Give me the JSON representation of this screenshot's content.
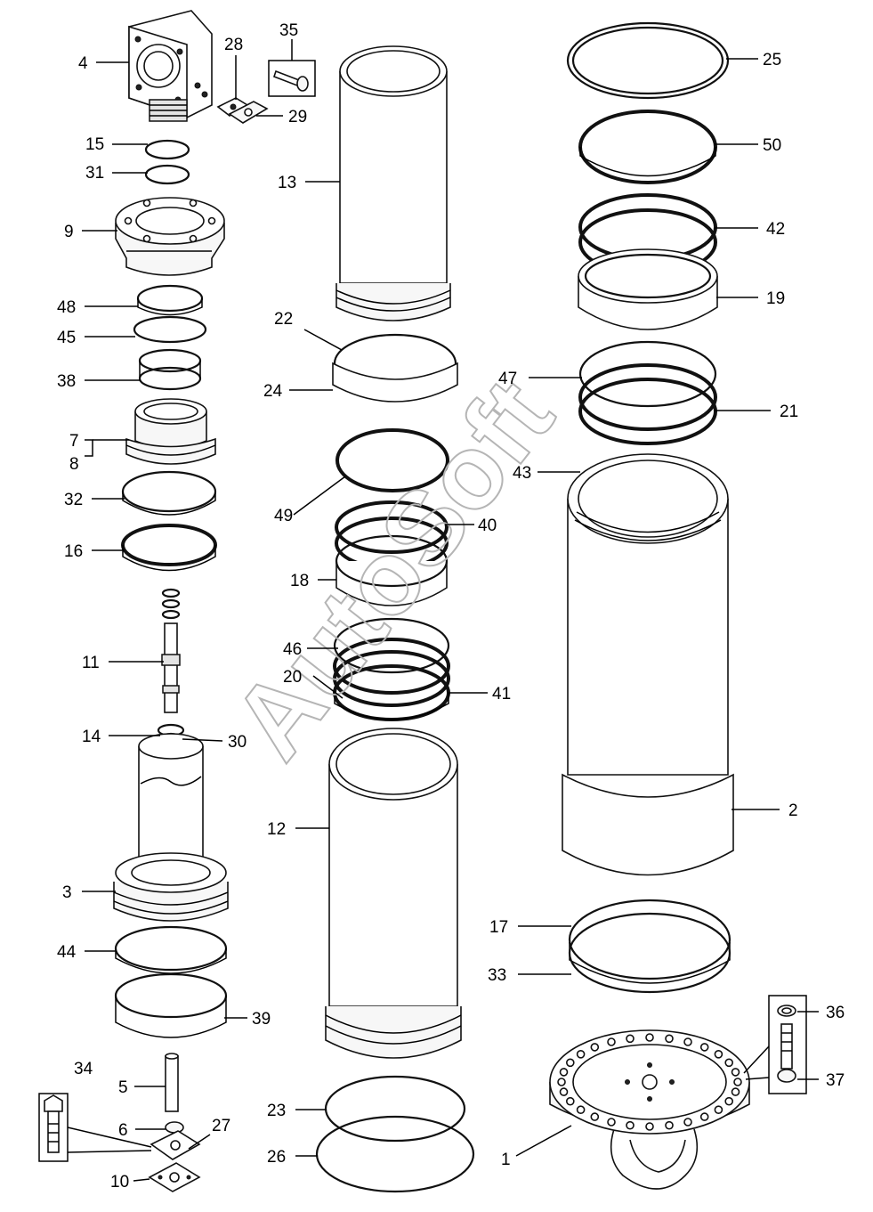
{
  "watermark": {
    "text": "AutoSoft",
    "color": "#b5b5b5"
  },
  "callouts": [
    {
      "id": "c4",
      "label": "4"
    },
    {
      "id": "c28",
      "label": "28"
    },
    {
      "id": "c35",
      "label": "35"
    },
    {
      "id": "c29",
      "label": "29"
    },
    {
      "id": "c15",
      "label": "15"
    },
    {
      "id": "c31",
      "label": "31"
    },
    {
      "id": "c9",
      "label": "9"
    },
    {
      "id": "c48",
      "label": "48"
    },
    {
      "id": "c45",
      "label": "45"
    },
    {
      "id": "c38",
      "label": "38"
    },
    {
      "id": "c7",
      "label": "7"
    },
    {
      "id": "c8",
      "label": "8"
    },
    {
      "id": "c32",
      "label": "32"
    },
    {
      "id": "c16",
      "label": "16"
    },
    {
      "id": "c11",
      "label": "11"
    },
    {
      "id": "c14",
      "label": "14"
    },
    {
      "id": "c30",
      "label": "30"
    },
    {
      "id": "c3",
      "label": "3"
    },
    {
      "id": "c44",
      "label": "44"
    },
    {
      "id": "c39",
      "label": "39"
    },
    {
      "id": "c34",
      "label": "34"
    },
    {
      "id": "c5",
      "label": "5"
    },
    {
      "id": "c6",
      "label": "6"
    },
    {
      "id": "c27",
      "label": "27"
    },
    {
      "id": "c10",
      "label": "10"
    },
    {
      "id": "c13",
      "label": "13"
    },
    {
      "id": "c22",
      "label": "22"
    },
    {
      "id": "c24",
      "label": "24"
    },
    {
      "id": "c49",
      "label": "49"
    },
    {
      "id": "c40",
      "label": "40"
    },
    {
      "id": "c18",
      "label": "18"
    },
    {
      "id": "c46",
      "label": "46"
    },
    {
      "id": "c20",
      "label": "20"
    },
    {
      "id": "c41",
      "label": "41"
    },
    {
      "id": "c12",
      "label": "12"
    },
    {
      "id": "c23",
      "label": "23"
    },
    {
      "id": "c26",
      "label": "26"
    },
    {
      "id": "c25",
      "label": "25"
    },
    {
      "id": "c50",
      "label": "50"
    },
    {
      "id": "c42",
      "label": "42"
    },
    {
      "id": "c19",
      "label": "19"
    },
    {
      "id": "c47",
      "label": "47"
    },
    {
      "id": "c21",
      "label": "21"
    },
    {
      "id": "c43",
      "label": "43"
    },
    {
      "id": "c2",
      "label": "2"
    },
    {
      "id": "c17",
      "label": "17"
    },
    {
      "id": "c33",
      "label": "33"
    },
    {
      "id": "c36",
      "label": "36"
    },
    {
      "id": "c37",
      "label": "37"
    },
    {
      "id": "c1",
      "label": "1"
    }
  ]
}
